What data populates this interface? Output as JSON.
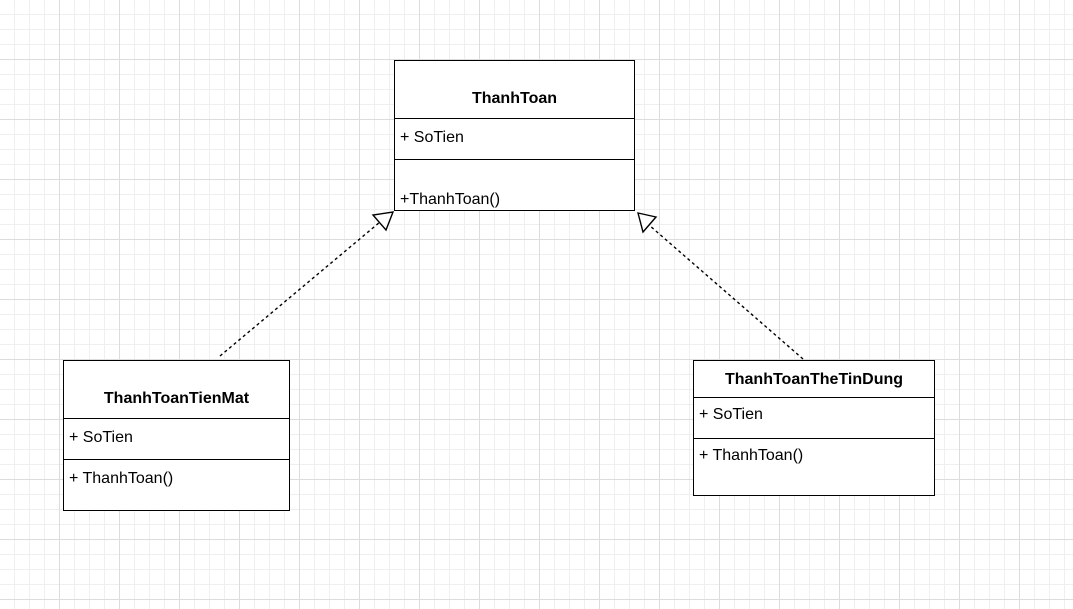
{
  "diagram": {
    "type": "uml-class-diagram",
    "colors": {
      "line": "#000000",
      "box_fill": "#ffffff",
      "grid": "#dcdcdc"
    },
    "classes": {
      "parent": {
        "name": "ThanhToan",
        "attribute": "+ SoTien",
        "operation": "+ThanhToan()"
      },
      "left": {
        "name": "ThanhToanTienMat",
        "attribute": "+ SoTien",
        "operation": "+ ThanhToan()"
      },
      "right": {
        "name": "ThanhToanTheTinDung",
        "attribute": "+ SoTien",
        "operation": "+ ThanhToan()"
      }
    },
    "relations": [
      {
        "type": "realization",
        "from": "ThanhToanTienMat",
        "to": "ThanhToan",
        "line_style": "dashed",
        "arrowhead": "hollow-triangle"
      },
      {
        "type": "realization",
        "from": "ThanhToanTheTinDung",
        "to": "ThanhToan",
        "line_style": "dashed",
        "arrowhead": "hollow-triangle"
      }
    ]
  }
}
